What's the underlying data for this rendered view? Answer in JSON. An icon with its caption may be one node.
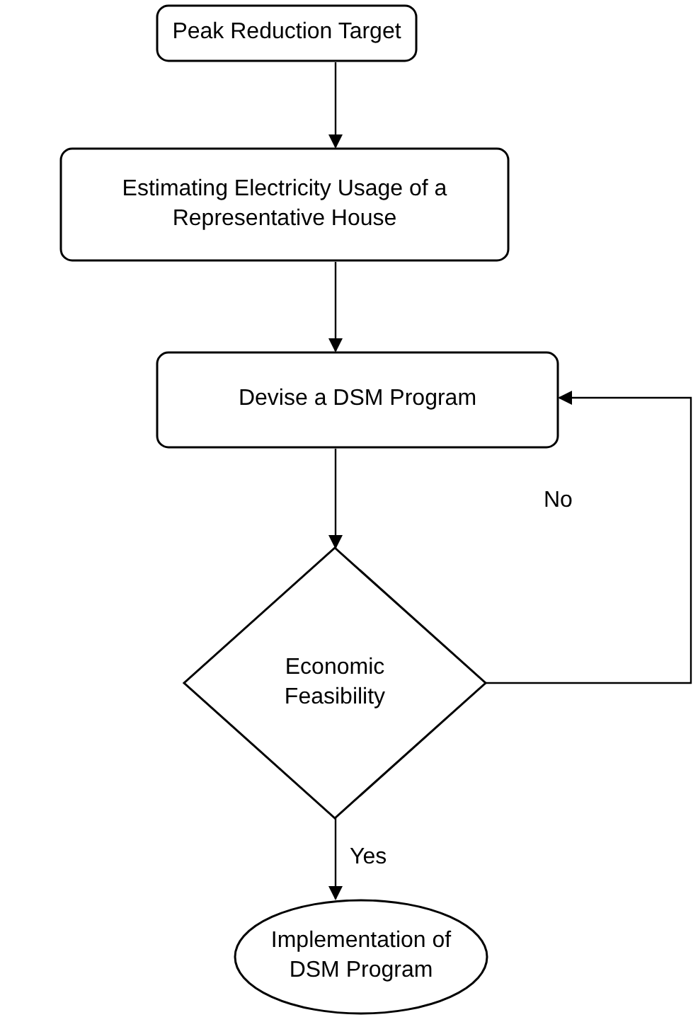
{
  "diagram": {
    "nodes": [
      {
        "text": [
          "Peak Reduction Target"
        ]
      },
      {
        "text": [
          "Estimating Electricity Usage of a Representative House"
        ]
      },
      {
        "text": [
          "Devise a DSM Program"
        ]
      },
      {
        "text": [
          "Economic Feasibility"
        ]
      },
      {
        "text": [
          "Implementation of DSM Program"
        ]
      }
    ],
    "edges": [
      {
        "from": 0,
        "to": 1,
        "arrow": "to"
      },
      {
        "from": 1,
        "to": 2,
        "arrow": "to"
      },
      {
        "from": 2,
        "to": 3,
        "arrow": "to"
      },
      {
        "from": 3,
        "to": 4,
        "arrow": "to",
        "label": "Yes"
      },
      {
        "from": 3,
        "to": 2,
        "arrow": "to",
        "label": "No"
      }
    ]
  }
}
